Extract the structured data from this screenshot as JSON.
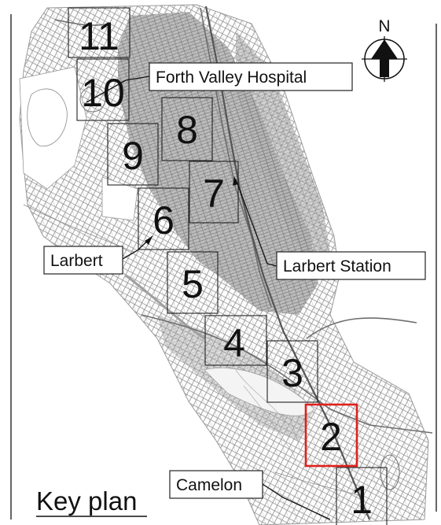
{
  "map": {
    "title": "Key plan",
    "north_label": "N",
    "tiles": [
      {
        "id": "11",
        "label": "11"
      },
      {
        "id": "10",
        "label": "10"
      },
      {
        "id": "9",
        "label": "9"
      },
      {
        "id": "8",
        "label": "8"
      },
      {
        "id": "7",
        "label": "7"
      },
      {
        "id": "6",
        "label": "6"
      },
      {
        "id": "5",
        "label": "5"
      },
      {
        "id": "4",
        "label": "4"
      },
      {
        "id": "3",
        "label": "3"
      },
      {
        "id": "2",
        "label": "2",
        "selected": true
      },
      {
        "id": "1",
        "label": "1"
      }
    ],
    "callouts": {
      "forth_valley_hospital": "Forth Valley Hospital",
      "larbert": "Larbert",
      "larbert_station": "Larbert Station",
      "camelon": "Camelon"
    },
    "colors": {
      "selected_tile": "#e0201c",
      "urban_fill": "#9a9a9a",
      "street_lines": "#8a8a8a"
    }
  }
}
